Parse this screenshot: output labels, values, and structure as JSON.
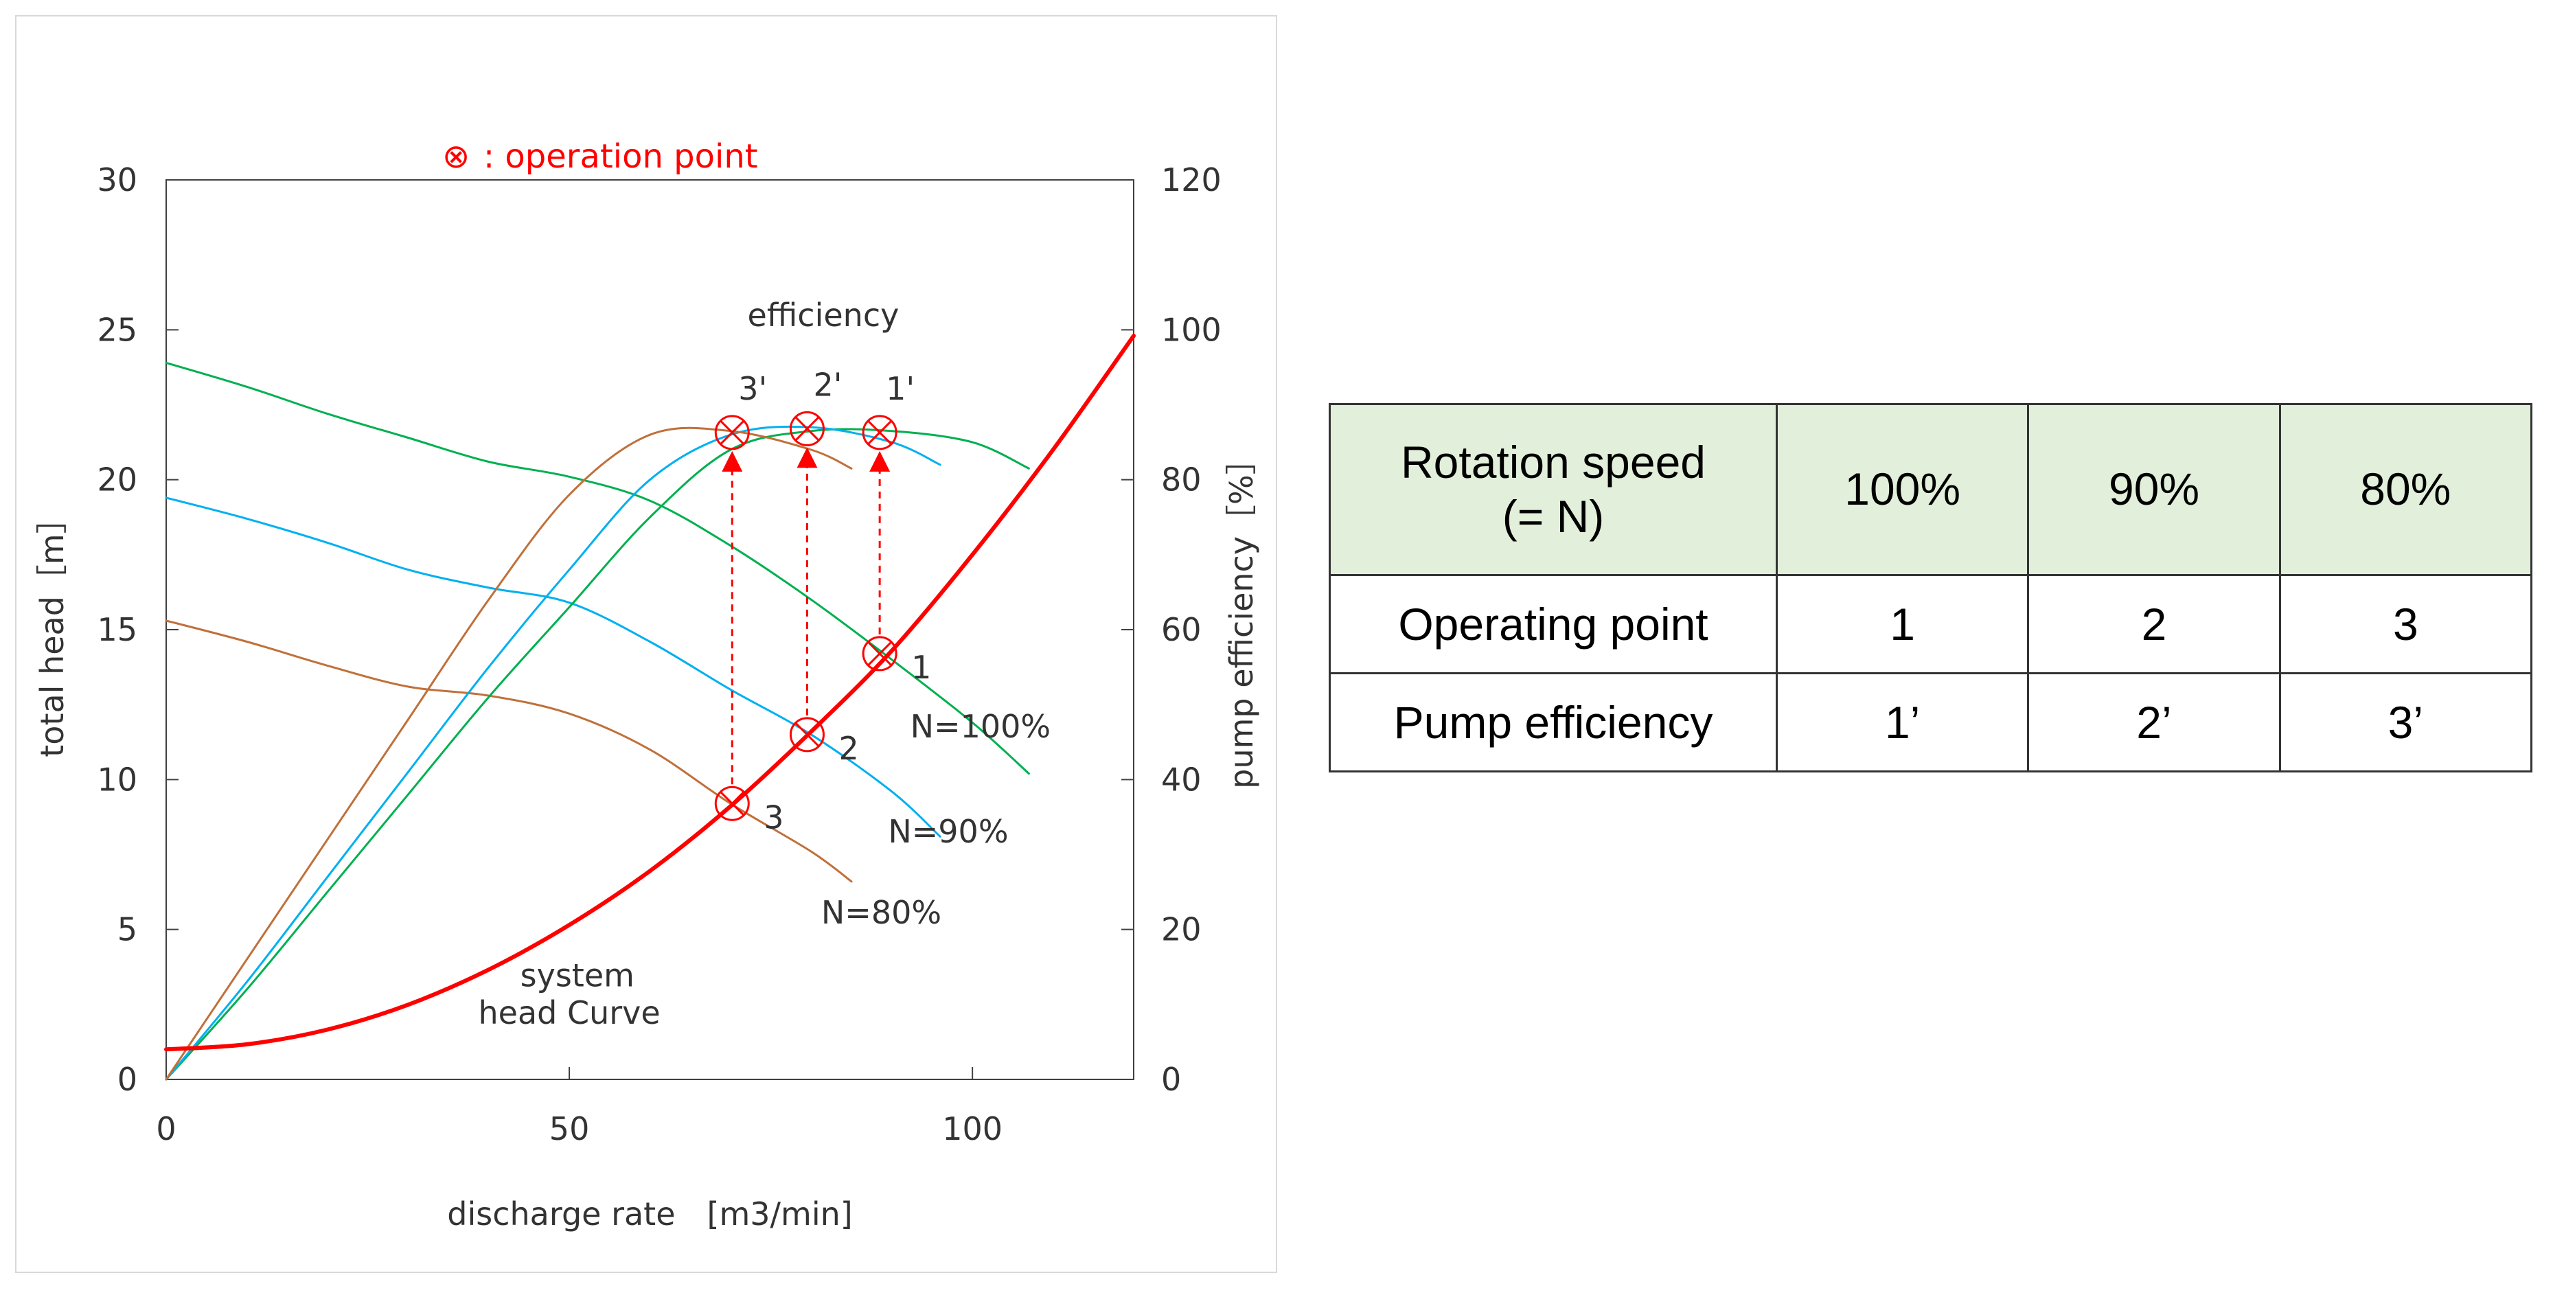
{
  "chart_data": {
    "type": "line",
    "legend": {
      "symbol": "⊗",
      "text": " : operation point",
      "color": "#ff0000"
    },
    "xlabel": "discharge rate　[m3/min]",
    "ylabel": "total head［m］",
    "y2label": "pump efficiency［%］",
    "xlim": [
      0,
      120
    ],
    "ylim": [
      0,
      30
    ],
    "y2lim": [
      0,
      120
    ],
    "x_ticks": [
      "0",
      "50",
      "100"
    ],
    "x_tick_values": [
      0,
      50,
      100
    ],
    "y_ticks": [
      "0",
      "5",
      "10",
      "15",
      "20",
      "25",
      "30"
    ],
    "y_tick_values": [
      0,
      5,
      10,
      15,
      20,
      25,
      30
    ],
    "y2_ticks": [
      "0",
      "20",
      "40",
      "60",
      "80",
      "100",
      "120"
    ],
    "y2_tick_values": [
      0,
      20,
      40,
      60,
      80,
      100,
      120
    ],
    "grid": false,
    "series": [
      {
        "name": "N=100%",
        "axis": "left",
        "color": "#00b050",
        "x": [
          0,
          10,
          20,
          30,
          40,
          50,
          60,
          70,
          80,
          90,
          100,
          107
        ],
        "y": [
          23.9,
          23.1,
          22.2,
          21.4,
          20.6,
          20.1,
          19.3,
          17.8,
          16.0,
          14.0,
          11.9,
          10.2
        ]
      },
      {
        "name": "N=90%",
        "axis": "left",
        "color": "#00b0f0",
        "x": [
          0,
          10,
          20,
          30,
          40,
          50,
          60,
          70,
          80,
          90,
          96
        ],
        "y": [
          19.4,
          18.7,
          17.9,
          17.0,
          16.4,
          15.9,
          14.6,
          13.0,
          11.5,
          9.6,
          8.1
        ]
      },
      {
        "name": "N=80%",
        "axis": "left",
        "color": "#c0703a",
        "x": [
          0,
          10,
          20,
          30,
          40,
          50,
          60,
          70,
          80,
          85
        ],
        "y": [
          15.3,
          14.6,
          13.8,
          13.1,
          12.8,
          12.2,
          11.0,
          9.2,
          7.6,
          6.6
        ]
      },
      {
        "name": "",
        "axis": "right",
        "color": "#00b050",
        "x": [
          0,
          10,
          20,
          30,
          40,
          50,
          60,
          70,
          80,
          90,
          100,
          107
        ],
        "y": [
          0,
          12,
          25,
          38,
          51,
          63,
          75,
          84,
          86.5,
          86.5,
          85,
          81.5
        ]
      },
      {
        "name": "",
        "axis": "right",
        "color": "#00b0f0",
        "x": [
          0,
          10,
          20,
          30,
          40,
          50,
          60,
          70,
          80,
          90,
          96
        ],
        "y": [
          0,
          13,
          27,
          41,
          55,
          68,
          80,
          86,
          87,
          85,
          82
        ]
      },
      {
        "name": "",
        "axis": "right",
        "color": "#c0703a",
        "x": [
          0,
          10,
          20,
          30,
          40,
          50,
          60,
          70,
          80,
          85
        ],
        "y": [
          0,
          16,
          32,
          48,
          64,
          78,
          86,
          86.5,
          84,
          81.5
        ]
      },
      {
        "name": "system head Curve",
        "axis": "left",
        "color": "#ff0000",
        "x": [
          0,
          10,
          20,
          30,
          40,
          50,
          60,
          70,
          80,
          90,
          100,
          110,
          120
        ],
        "y": [
          1.0,
          1.17,
          1.66,
          2.49,
          3.66,
          5.15,
          6.95,
          9.11,
          11.6,
          14.3,
          17.5,
          21.0,
          24.8
        ]
      }
    ],
    "operation_points": [
      {
        "label": "1",
        "x": 88.5,
        "y": 14.2
      },
      {
        "label": "2",
        "x": 79.5,
        "y": 11.5
      },
      {
        "label": "3",
        "x": 70.2,
        "y": 9.2
      }
    ],
    "efficiency_points": [
      {
        "label": "1'",
        "x": 88.5,
        "y2": 86.3
      },
      {
        "label": "2'",
        "x": 79.5,
        "y2": 86.8
      },
      {
        "label": "3'",
        "x": 70.2,
        "y2": 86.3
      }
    ],
    "annotations": {
      "efficiency": "efficiency",
      "system_line1": "system",
      "system_line2": "head Curve"
    }
  },
  "table": {
    "header": {
      "row_label_line1": "Rotation speed",
      "row_label_line2": "(= N)",
      "cols": [
        "100%",
        "90%",
        "80%"
      ]
    },
    "rows": [
      {
        "label": "Operating point",
        "cells": [
          "1",
          "2",
          "3"
        ]
      },
      {
        "label": "Pump efficiency",
        "cells": [
          "1’",
          "2’",
          "3’"
        ]
      }
    ]
  }
}
